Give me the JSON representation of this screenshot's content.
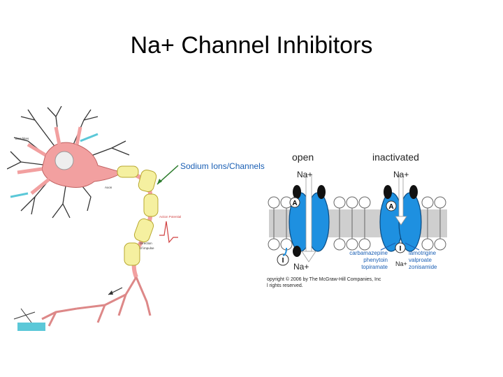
{
  "slide": {
    "title": "Na+ Channel Inhibitors"
  },
  "neuron": {
    "dendrites_label": "Dendrites",
    "axon_label": "Axon",
    "sodium_label": "Sodium Ions/Channels",
    "action_potential_label": "Action Potential",
    "direction_label_1": "Direction",
    "direction_label_2": "of impulse"
  },
  "channel": {
    "open_label": "open",
    "inactivated_label": "inactivated",
    "na_top_open": "Na+",
    "na_top_inact": "Na+",
    "gate_a": "A",
    "gate_i": "I",
    "na_bottom_open": "Na+",
    "na_bottom_inact": "Na+",
    "drugs_left": [
      "carbamazepine",
      "phenytoin",
      "topiramate"
    ],
    "drugs_right": [
      "lamotrigine",
      "valproate",
      "zonisamide"
    ],
    "copyright_1": "opyright © 2006 by The McGraw-Hill Companies, Inc",
    "copyright_2": "l rights reserved."
  },
  "colors": {
    "cell_body": "#f2a0a0",
    "myelin": "#f5f0a0",
    "channel_blue": "#1e90e0",
    "label_blue": "#1a5fb4",
    "dendrite_dark": "#333333",
    "accent_teal": "#5bc8d8",
    "ap_red": "#d04040"
  }
}
